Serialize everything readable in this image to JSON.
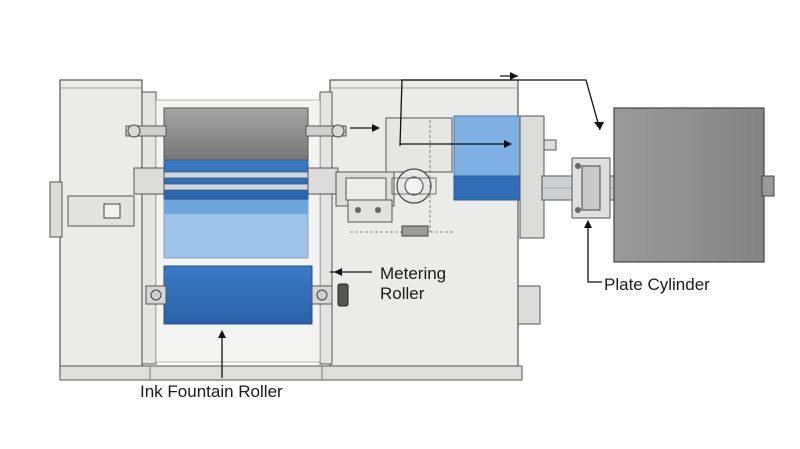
{
  "labels": {
    "metering_roller_line1": "Metering",
    "metering_roller_line2": "Roller",
    "plate_cylinder": "Plate Cylinder",
    "ink_fountain_roller": "Ink Fountain Roller"
  },
  "colors": {
    "frame": "#e9e9e7",
    "frame_stroke": "#555555",
    "roller_gray": "#8f8f8f",
    "roller_blue_dark": "#2f6db6",
    "roller_blue_mid": "#5b97d8",
    "roller_blue_light": "#9ec3ea",
    "plate_cylinder": "#8c8c8c"
  }
}
